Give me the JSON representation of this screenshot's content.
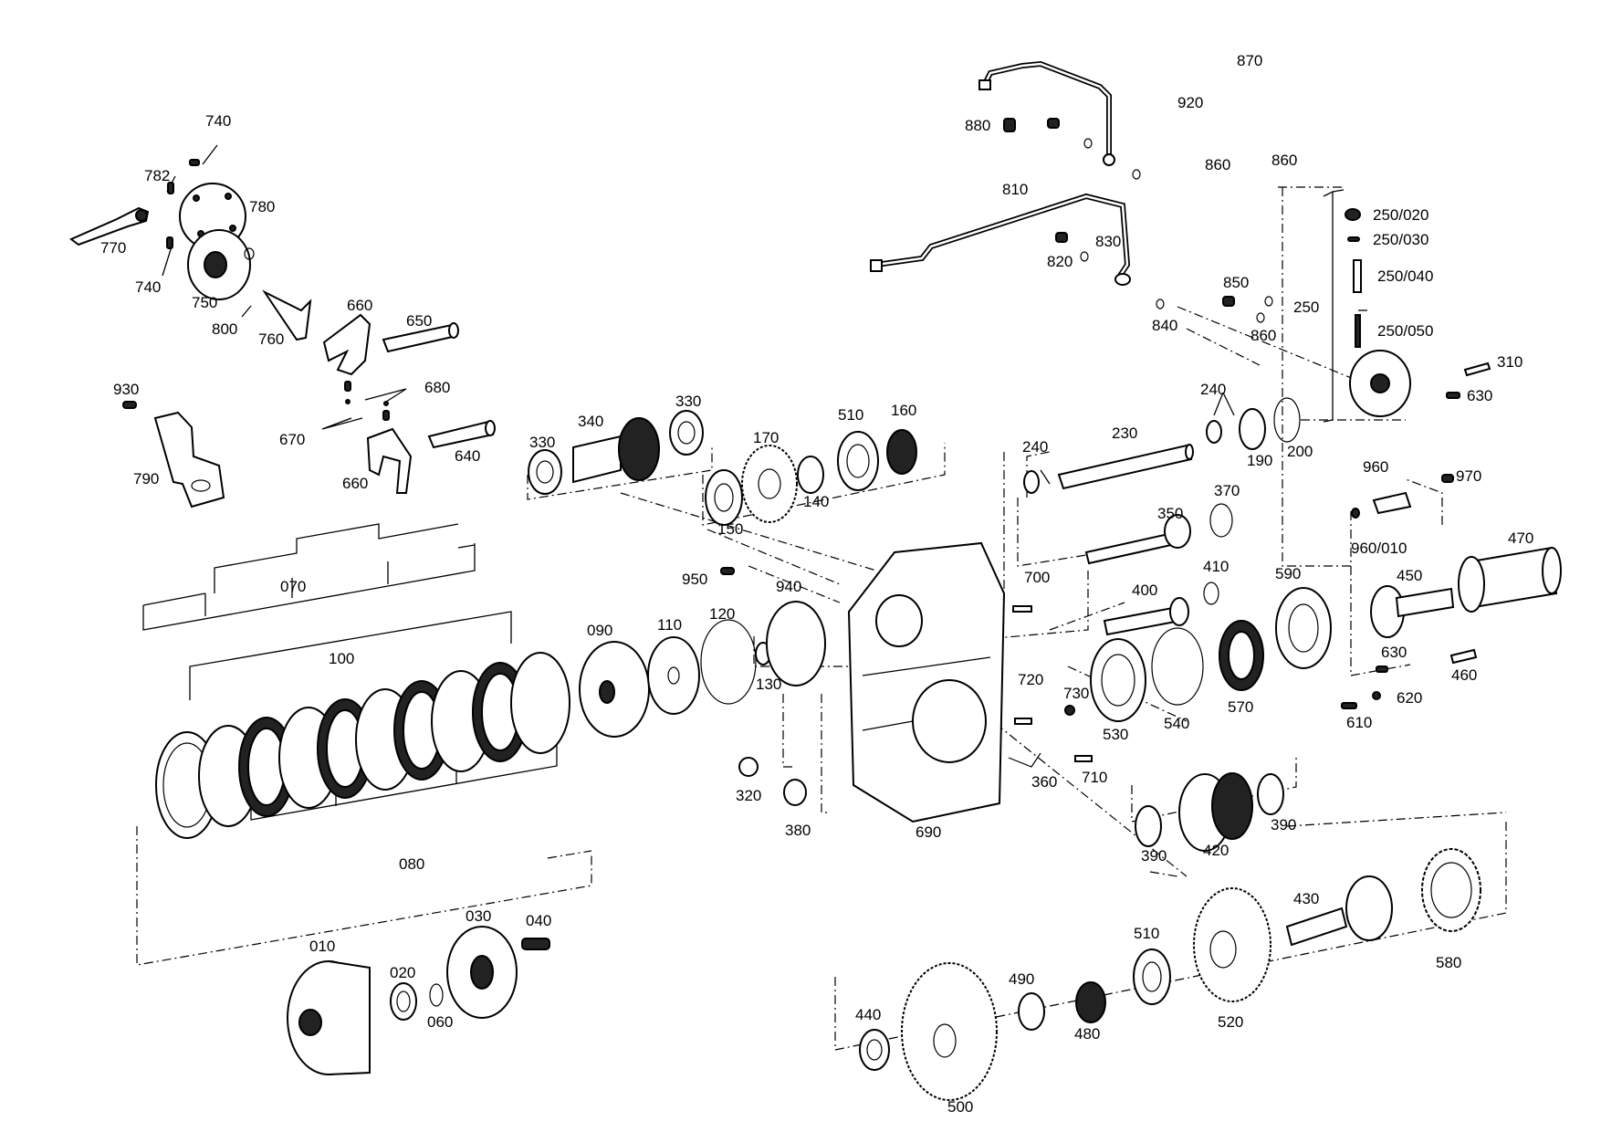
{
  "labels": [
    "740",
    "782",
    "780",
    "770",
    "740",
    "750",
    "800",
    "760",
    "660",
    "650",
    "680",
    "670",
    "660",
    "640",
    "930",
    "790",
    "870",
    "920",
    "880",
    "860",
    "860",
    "810",
    "830",
    "820",
    "250/020",
    "250/030",
    "250/040",
    "250",
    "250/050",
    "850",
    "840",
    "860",
    "310",
    "630",
    "330",
    "340",
    "330",
    "170",
    "510",
    "160",
    "150",
    "140",
    "240",
    "230",
    "240",
    "190",
    "200",
    "370",
    "350",
    "960",
    "970",
    "960/010",
    "470",
    "450",
    "630",
    "460",
    "620",
    "610",
    "410",
    "400",
    "590",
    "570",
    "540",
    "530",
    "700",
    "720",
    "730",
    "710",
    "360",
    "950",
    "940",
    "090",
    "110",
    "120",
    "130",
    "320",
    "380",
    "690",
    "070",
    "100",
    "080",
    "010",
    "020",
    "060",
    "030",
    "040",
    "390",
    "420",
    "390",
    "430",
    "580",
    "510",
    "520",
    "490",
    "480",
    "440",
    "500"
  ]
}
